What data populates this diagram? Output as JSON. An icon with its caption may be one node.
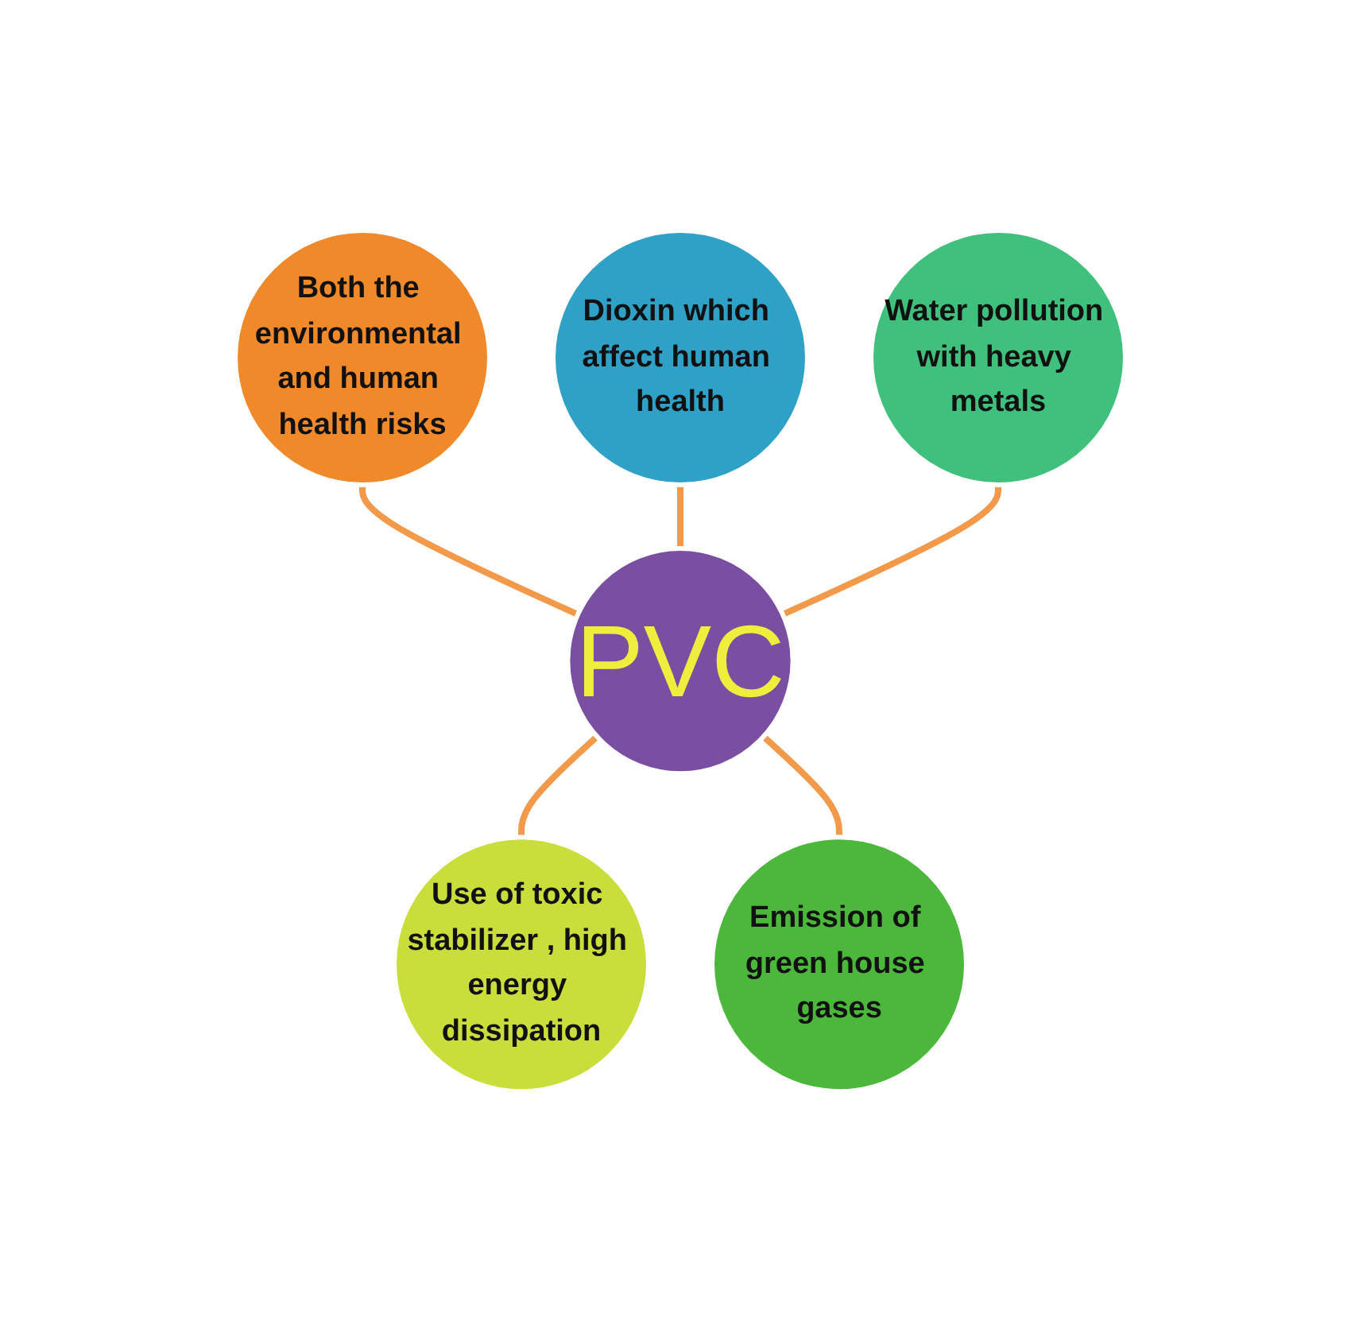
{
  "diagram": {
    "nodes": [
      {
        "text": [
          "PVC"
        ]
      },
      {
        "text": [
          "Dioxin which affect human health"
        ]
      },
      {
        "text": [
          "Water pollution with heavy metals"
        ]
      },
      {
        "text": [
          "Emission of green house gases"
        ]
      },
      {
        "text": [
          "Use of toxic stabilizer , high energy dissipation"
        ]
      },
      {
        "text": [
          "Both the environmental and human health risks"
        ]
      }
    ],
    "edges": [
      {
        "from": 5,
        "to": 0,
        "arrow": "none"
      },
      {
        "from": 1,
        "to": 0,
        "arrow": "none"
      },
      {
        "from": 2,
        "to": 0,
        "arrow": "none"
      },
      {
        "from": 0,
        "to": 4,
        "arrow": "none"
      },
      {
        "from": 0,
        "to": 3,
        "arrow": "none"
      }
    ]
  }
}
